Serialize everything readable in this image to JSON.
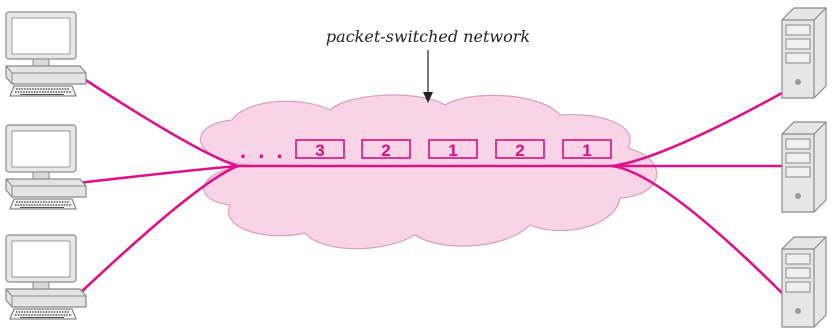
{
  "diagram": {
    "network_label": "packet-switched network",
    "ellipsis": ". . .",
    "packets": [
      {
        "label": "3"
      },
      {
        "label": "2"
      },
      {
        "label": "1"
      },
      {
        "label": "2"
      },
      {
        "label": "1"
      }
    ],
    "computers": [
      "desktop-pc-1",
      "desktop-pc-2",
      "desktop-pc-3"
    ],
    "servers": [
      "server-1",
      "server-2",
      "server-3"
    ],
    "colors": {
      "link": "#e0108a",
      "cloud_fill": "#f9d3e6",
      "cloud_stroke": "#d8a0bd",
      "device_fill": "#e7e7e7",
      "device_stroke": "#8a8a8a"
    },
    "icons": {
      "client": "desktop-computer-icon",
      "server": "server-tower-icon",
      "network": "cloud-icon"
    }
  }
}
